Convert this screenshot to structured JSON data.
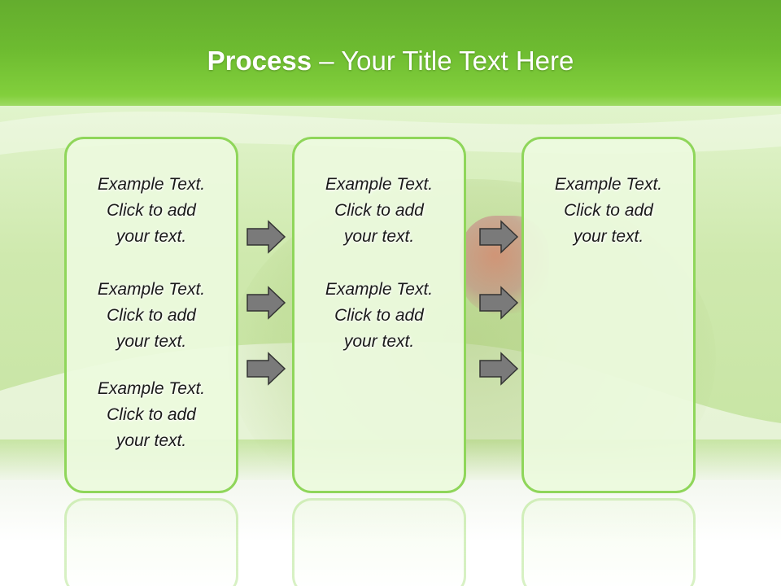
{
  "title": {
    "bold": "Process",
    "rest": " – Your Title Text Here"
  },
  "columns": [
    {
      "items": [
        {
          "line1": "Example Text.",
          "line2": "Click  to add",
          "line3": "your text."
        },
        {
          "line1": "Example Text.",
          "line2": "Click  to add",
          "line3": "your text."
        },
        {
          "line1": "Example Text.",
          "line2": "Click  to add",
          "line3": "your text."
        }
      ]
    },
    {
      "items": [
        {
          "line1": "Example Text.",
          "line2": "Click  to add",
          "line3": "your text."
        },
        {
          "line1": "Example Text.",
          "line2": "Click  to add",
          "line3": "your text."
        }
      ]
    },
    {
      "items": [
        {
          "line1": "Example Text.",
          "line2": "Click  to add",
          "line3": "your text."
        }
      ]
    }
  ],
  "colors": {
    "header_green": "#6dbb30",
    "box_border": "#8fd65a",
    "box_fill": "#ecfade",
    "arrow_fill": "#7a7a7a"
  },
  "icons": {
    "arrow": "right-arrow-icon"
  }
}
